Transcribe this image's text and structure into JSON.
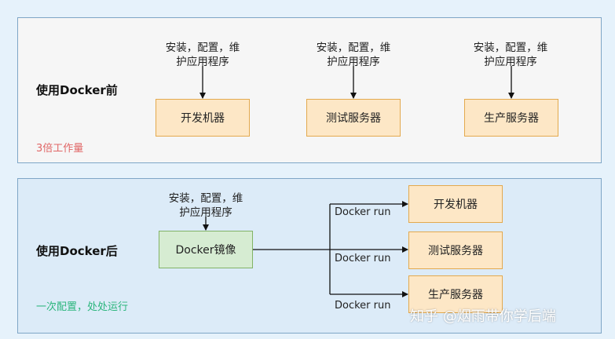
{
  "before": {
    "title": "使用Docker前",
    "caption": "3倍工作量",
    "targets": [
      {
        "note_line1": "安装，配置，维",
        "note_line2": "护应用程序",
        "label": "开发机器"
      },
      {
        "note_line1": "安装，配置，维",
        "note_line2": "护应用程序",
        "label": "测试服务器"
      },
      {
        "note_line1": "安装，配置，维",
        "note_line2": "护应用程序",
        "label": "生产服务器"
      }
    ]
  },
  "after": {
    "title": "使用Docker后",
    "caption": "一次配置，处处运行",
    "note_line1": "安装，配置，维",
    "note_line2": "护应用程序",
    "image_label": "Docker镜像",
    "run_label": "Docker run",
    "targets": [
      {
        "label": "开发机器"
      },
      {
        "label": "测试服务器"
      },
      {
        "label": "生产服务器"
      }
    ]
  },
  "watermark": "知乎 @烟雨带你学后端",
  "colors": {
    "caption_before": "#e06666",
    "caption_after": "#2cb67d",
    "box_orange_fill": "#fde7c6",
    "box_orange_border": "#e3a94e",
    "box_green_fill": "#d6ecd2",
    "box_green_border": "#82b366"
  }
}
